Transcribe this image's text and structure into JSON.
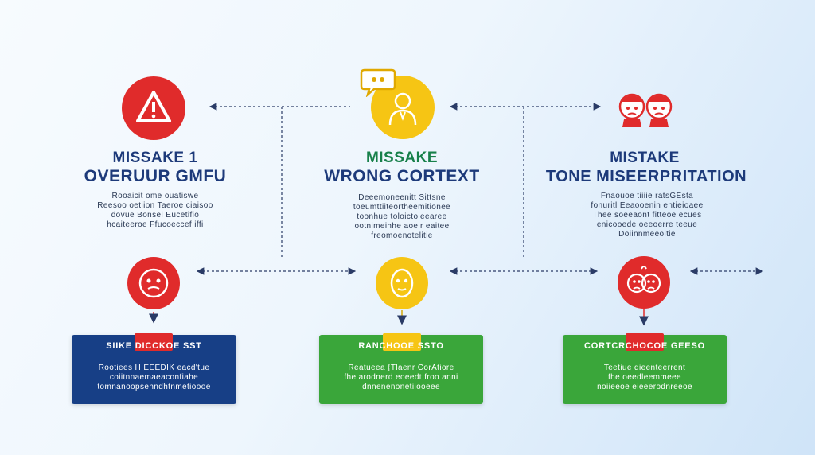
{
  "colors": {
    "red": "#e02b2b",
    "yellow": "#f6c514",
    "navy": "#1d3a7a",
    "green_title": "#17804a",
    "box_blue": "#173f86",
    "box_green": "#3aa63a"
  },
  "columns": [
    {
      "icon_top": "warning-triangle-icon",
      "title_line1": "MISSAKE 1",
      "title_line2": "OVERUUR GMFU",
      "desc": [
        "Rooaicit ome ouatiswe",
        "Reesoo oetiion Taeroe ciaisoo",
        "dovue Bonsel Eucetifio",
        "hcaiteeroe Ffucoeccef iffi"
      ],
      "icon_bottom": "face-icon",
      "box_header": "SIIKE DICCKOE SST",
      "box_body": [
        "Rootiees HIEEEDIK eacd'tue",
        "coiitnnaemaeaconfiahe",
        "tomnanoopsenndhtnmetioooe"
      ]
    },
    {
      "icon_top": "person-speech-icon",
      "title_line1": "MISSAKE",
      "title_line2": "WRONG CORTEXT",
      "desc": [
        "Deeemoneenitt Sittsne",
        "toeumttiiteortheemitionee",
        "toonhue toloictoieearee",
        "ootnimeihhe aoeir eaitee",
        "freomoenotelitie"
      ],
      "icon_bottom": "face-icon",
      "box_header": "RANCHOOE SSTO",
      "box_body": [
        "Reatueea {Tlaenr CorAtiore",
        "fhe arodnerd eoeedt froo anni",
        "dnnenenonetiiooeee"
      ]
    },
    {
      "icon_top": "two-faces-icon",
      "title_line1": "MISTAKE",
      "title_line2": "TONE MISEERPRITATION",
      "desc": [
        "Fnaouoe tiiiie ratsGEsta",
        "fonuritl Eeaooenin entieioaee",
        "Thee soeeaont fitteoe ecues",
        "enicooede oeeoerre teeue",
        "Doiinnmeeoitie"
      ],
      "icon_bottom": "sad-faces-icon",
      "box_header": "CORTCRCHOCOE GEESO",
      "box_body": [
        "Teetiue dieenteerrent",
        "fhe oeedleemmeee",
        "noiieeoe eieeerodnreeoe"
      ]
    }
  ]
}
